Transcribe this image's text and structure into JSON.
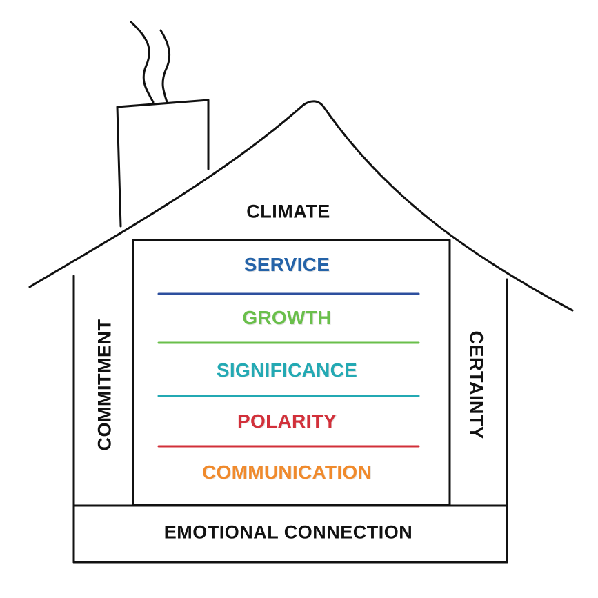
{
  "labels": {
    "roof": "CLIMATE",
    "left_pillar": "COMMITMENT",
    "right_pillar": "CERTAINTY",
    "foundation": "EMOTIONAL CONNECTION"
  },
  "tiers": [
    {
      "label": "SERVICE",
      "color": "#2563a8"
    },
    {
      "label": "GROWTH",
      "color": "#6abf4b"
    },
    {
      "label": "SIGNIFICANCE",
      "color": "#23a9b3"
    },
    {
      "label": "POLARITY",
      "color": "#d2303a"
    },
    {
      "label": "COMMUNICATION",
      "color": "#f08a2c"
    }
  ],
  "divider_colors": [
    "#2d4f9e",
    "#6abf4b",
    "#23a9b3",
    "#d2303a"
  ],
  "stroke_color": "#111111"
}
